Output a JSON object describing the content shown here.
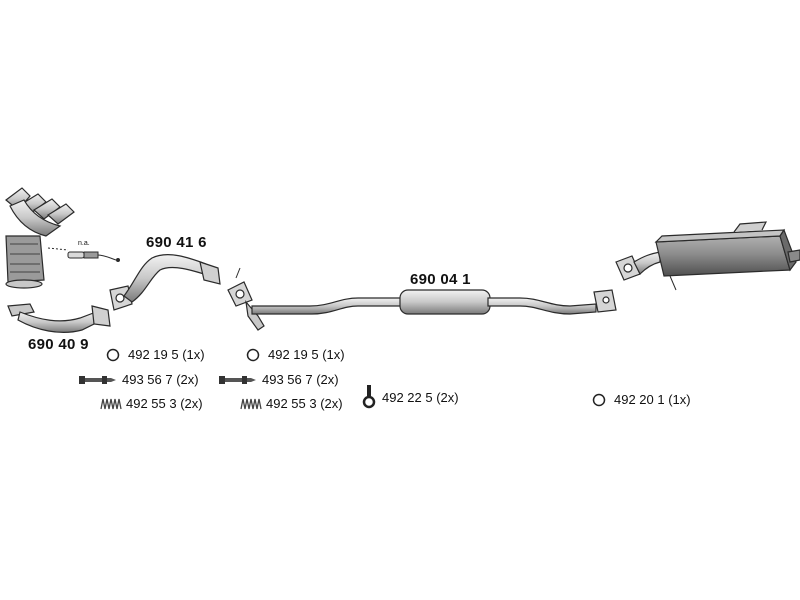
{
  "parts": {
    "manifold": "690 40 9",
    "front_pipe": "690 41 6",
    "middle_silencer": "690 04 1",
    "sensor_note": "n.a."
  },
  "hardware": {
    "group_1": [
      {
        "icon": "ring-gasket-icon",
        "label": "492 19 5 (1x)"
      },
      {
        "icon": "bolt-icon",
        "label": "493 56 7 (2x)"
      },
      {
        "icon": "spring-icon",
        "label": "492 55 3 (2x)"
      }
    ],
    "group_2": [
      {
        "icon": "ring-gasket-icon",
        "label": "492 19 5 (1x)"
      },
      {
        "icon": "bolt-icon",
        "label": "493 56 7 (2x)"
      },
      {
        "icon": "spring-icon",
        "label": "492 55 3 (2x)"
      }
    ],
    "group_3": [
      {
        "icon": "hanger-icon",
        "label": "492 22 5 (2x)"
      }
    ],
    "group_4": [
      {
        "icon": "ring-gasket-icon",
        "label": "492 20 1 (1x)"
      }
    ]
  },
  "colors": {
    "metal_light": "#d9d9d9",
    "metal_mid": "#a6a6a6",
    "metal_dark": "#5a5a5a",
    "outline": "#2b2b2b"
  }
}
